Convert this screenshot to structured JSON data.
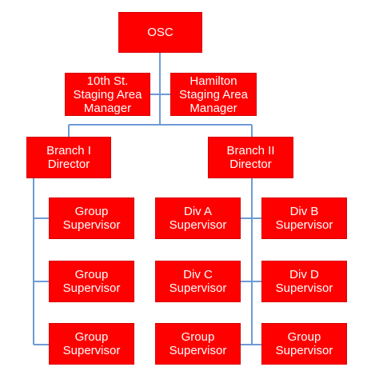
{
  "colors": {
    "box_fill": "#ff0000",
    "box_border": "#d60000",
    "box_text": "#ffffff",
    "connector": "#6e9ad4"
  },
  "nodes": {
    "osc": "OSC",
    "staging_10th": "10th St.\nStaging Area\nManager",
    "staging_hamilton": "Hamilton\nStaging Area\nManager",
    "branch_1": "Branch I\nDirector",
    "branch_2": "Branch II\nDirector",
    "b1_group_1": "Group\nSupervisor",
    "b1_group_2": "Group\nSupervisor",
    "b1_group_3": "Group\nSupervisor",
    "div_a": "Div A\nSupervisor",
    "div_b": "Div B\nSupervisor",
    "div_c": "Div C\nSupervisor",
    "div_d": "Div D\nSupervisor",
    "b2_group_left": "Group\nSupervisor",
    "b2_group_right": "Group\nSupervisor"
  }
}
